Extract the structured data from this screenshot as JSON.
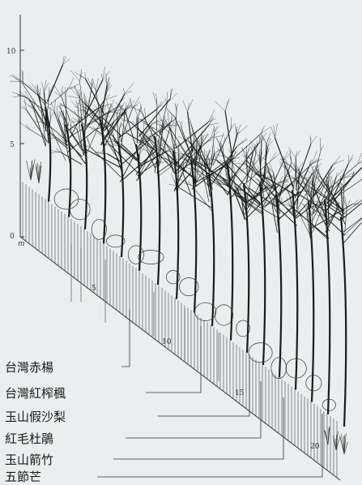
{
  "vertical_scale": {
    "ticks": [
      "10",
      "5",
      "0"
    ],
    "unit": "m"
  },
  "slope_scale": {
    "ticks": [
      "5",
      "10",
      "15",
      "20"
    ]
  },
  "species": [
    {
      "label": "台灣赤楊"
    },
    {
      "label": "台灣紅榨楓"
    },
    {
      "label": "玉山假沙梨"
    },
    {
      "label": "紅毛杜鵑"
    },
    {
      "label": "玉山箭竹"
    },
    {
      "label": "五節芒"
    }
  ],
  "colors": {
    "ink": "#1c1c1c",
    "paper": "#eaeeef"
  }
}
